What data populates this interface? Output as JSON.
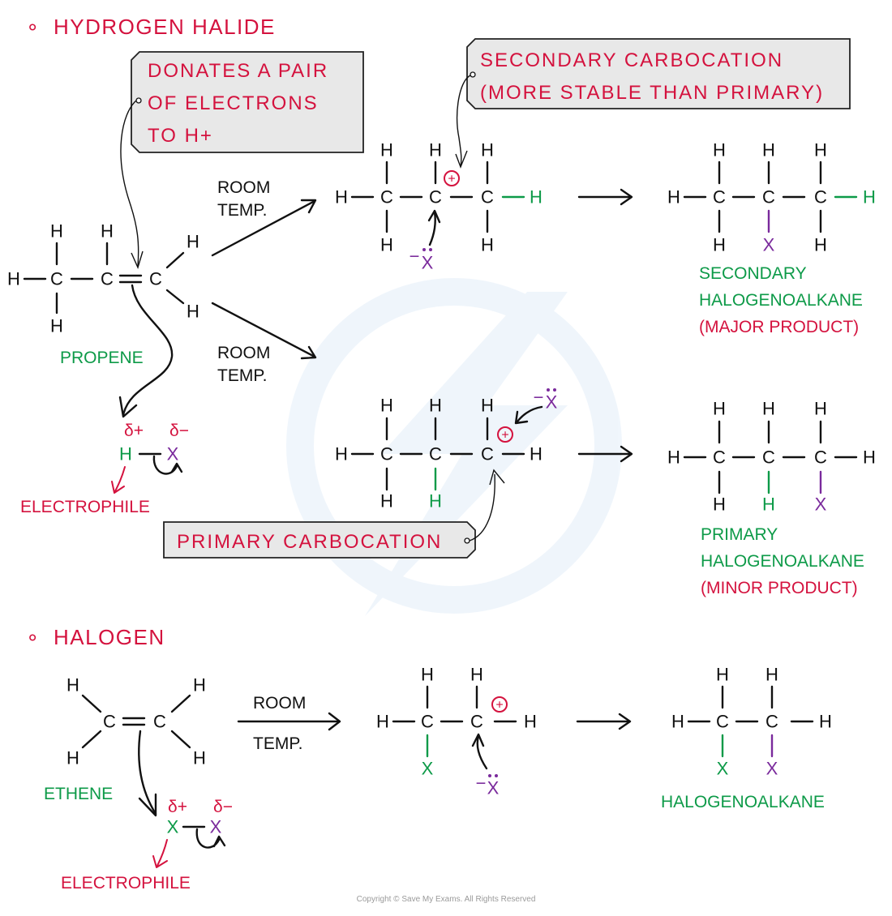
{
  "sections": {
    "hydrogen_halide": {
      "bullet": "∘",
      "title": "HYDROGEN HALIDE"
    },
    "halogen": {
      "bullet": "∘",
      "title": "HALOGEN"
    }
  },
  "callouts": {
    "donates": [
      "DONATES A PAIR",
      "OF ELECTRONS",
      "TO H+"
    ],
    "secondary_carbocation": [
      "SECONDARY CARBOCATION",
      "(MORE STABLE THAN PRIMARY)"
    ],
    "primary_carbocation": "PRIMARY CARBOCATION"
  },
  "conditions": {
    "upper": [
      "ROOM",
      "TEMP."
    ],
    "lower": [
      "ROOM",
      "TEMP."
    ],
    "halogen": [
      "ROOM",
      "TEMP."
    ]
  },
  "atoms": {
    "H": "H",
    "C": "C",
    "X": "X",
    "neg": "−",
    "delta_plus": "δ+",
    "delta_minus": "δ−",
    "plus": "+"
  },
  "labels": {
    "propene": "PROPENE",
    "electrophile_1": "ELECTROPHILE",
    "secondary_product": [
      "SECONDARY",
      "HALOGENOALKANE",
      "(MAJOR PRODUCT)"
    ],
    "primary_product": [
      "PRIMARY",
      "HALOGENOALKANE",
      "(MINOR PRODUCT)"
    ],
    "ethene": "ETHENE",
    "electrophile_2": "ELECTROPHILE",
    "halogenoalkane": "HALOGENOALKANE"
  },
  "footer": {
    "copyright": "Copyright © Save My Exams. All Rights Reserved"
  },
  "colors": {
    "red": "#d4123e",
    "green": "#0d9a48",
    "purple": "#7a2a9c",
    "black": "#111111",
    "box": "#e8e8e8"
  }
}
